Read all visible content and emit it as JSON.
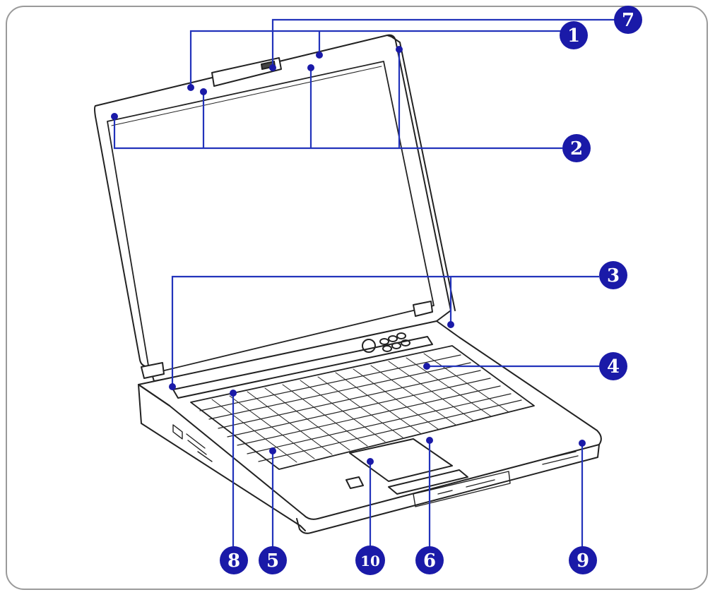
{
  "diagram": {
    "callouts": [
      {
        "id": "1",
        "label": "1"
      },
      {
        "id": "2",
        "label": "2"
      },
      {
        "id": "3",
        "label": "3"
      },
      {
        "id": "4",
        "label": "4"
      },
      {
        "id": "5",
        "label": "5"
      },
      {
        "id": "6",
        "label": "6"
      },
      {
        "id": "7",
        "label": "7"
      },
      {
        "id": "8",
        "label": "8"
      },
      {
        "id": "9",
        "label": "9"
      },
      {
        "id": "10",
        "label": "10"
      }
    ],
    "colors": {
      "callout": "#1a1aa8",
      "leader": "#2233bb",
      "outline": "#222222",
      "frame": "#9a9a9a"
    }
  }
}
